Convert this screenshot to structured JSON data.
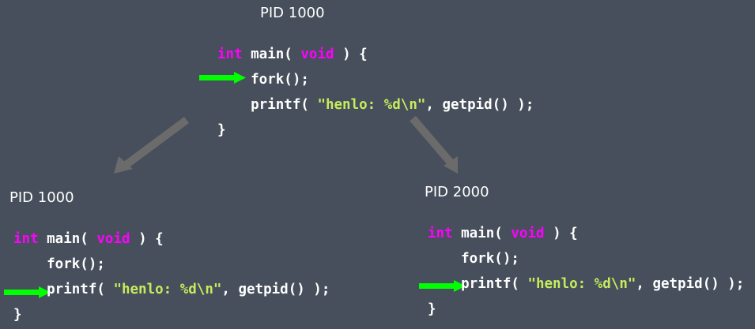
{
  "colors": {
    "background": "#464f5b",
    "keyword": "#ff00ff",
    "string": "#c6ec5e",
    "pointer": "#00ff00",
    "fork_arrow": "#6b6b6b"
  },
  "blocks": [
    {
      "id": "parent-before",
      "pid_label": "PID 1000",
      "current_line": 1,
      "lines": [
        [
          {
            "t": "int",
            "c": "kw"
          },
          {
            "t": " main( "
          },
          {
            "t": "void",
            "c": "kw"
          },
          {
            "t": " ) {"
          }
        ],
        [
          {
            "t": "    fork();"
          }
        ],
        [
          {
            "t": "    printf( "
          },
          {
            "t": "\"henlo: %d\\n\"",
            "c": "str"
          },
          {
            "t": ", getpid() );"
          }
        ],
        [
          {
            "t": "}"
          }
        ]
      ]
    },
    {
      "id": "parent-after",
      "pid_label": "PID 1000",
      "current_line": 2,
      "lines": [
        [
          {
            "t": "int",
            "c": "kw"
          },
          {
            "t": " main( "
          },
          {
            "t": "void",
            "c": "kw"
          },
          {
            "t": " ) {"
          }
        ],
        [
          {
            "t": "    fork();"
          }
        ],
        [
          {
            "t": "    printf( "
          },
          {
            "t": "\"henlo: %d\\n\"",
            "c": "str"
          },
          {
            "t": ", getpid() );"
          }
        ],
        [
          {
            "t": "}"
          }
        ]
      ]
    },
    {
      "id": "child-after",
      "pid_label": "PID 2000",
      "current_line": 2,
      "lines": [
        [
          {
            "t": "int",
            "c": "kw"
          },
          {
            "t": " main( "
          },
          {
            "t": "void",
            "c": "kw"
          },
          {
            "t": " ) {"
          }
        ],
        [
          {
            "t": "    fork();"
          }
        ],
        [
          {
            "t": "    printf( "
          },
          {
            "t": "\"henlo: %d\\n\"",
            "c": "str"
          },
          {
            "t": ", getpid() );"
          }
        ],
        [
          {
            "t": "}"
          }
        ]
      ]
    }
  ]
}
